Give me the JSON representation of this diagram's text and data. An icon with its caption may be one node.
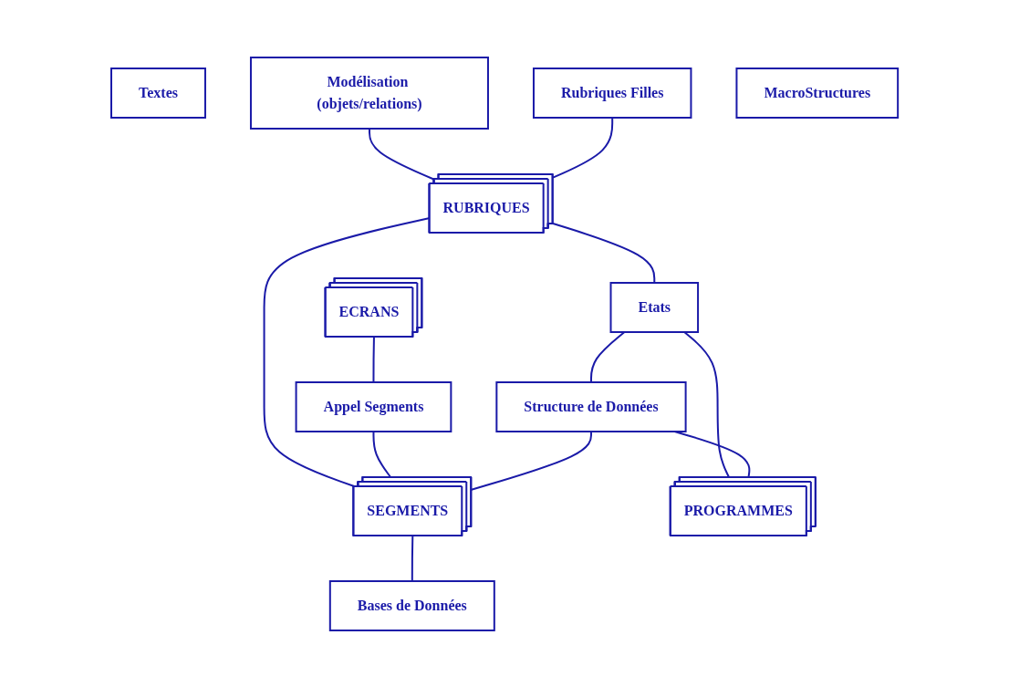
{
  "diagram": {
    "nodes": [
      {
        "text": [
          "Textes"
        ]
      },
      {
        "text": [
          "Modélisation (objets/relations)"
        ]
      },
      {
        "text": [
          "Rubriques Filles"
        ]
      },
      {
        "text": [
          "RUBRIQUES"
        ]
      },
      {
        "text": [
          "ECRANS"
        ]
      },
      {
        "text": [
          "Appel Segments"
        ]
      },
      {
        "text": [
          "Etats"
        ]
      },
      {
        "text": [
          "Structure de Données"
        ]
      },
      {
        "text": [
          "SEGMENTS"
        ]
      },
      {
        "text": [
          "Bases de Données"
        ]
      },
      {
        "text": [
          "PROGRAMMES"
        ]
      },
      {
        "text": [
          "MacroStructures"
        ]
      }
    ],
    "edges": [
      {
        "from": 1,
        "to": 3,
        "arrow": "none"
      },
      {
        "from": 2,
        "to": 3,
        "arrow": "none"
      },
      {
        "from": 3,
        "to": 6,
        "arrow": "none"
      },
      {
        "from": 3,
        "to": 8,
        "arrow": "none"
      },
      {
        "from": 4,
        "to": 5,
        "arrow": "none"
      },
      {
        "from": 5,
        "to": 8,
        "arrow": "none"
      },
      {
        "from": 6,
        "to": 7,
        "arrow": "none"
      },
      {
        "from": 7,
        "to": 8,
        "arrow": "none"
      },
      {
        "from": 6,
        "to": 10,
        "arrow": "none"
      },
      {
        "from": 7,
        "to": 10,
        "arrow": "none"
      },
      {
        "from": 8,
        "to": 9,
        "arrow": "none"
      }
    ]
  }
}
